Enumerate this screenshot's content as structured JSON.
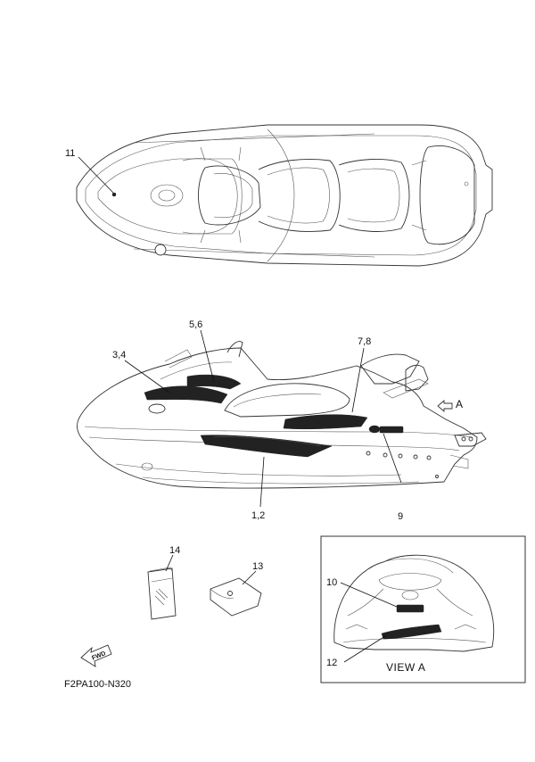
{
  "diagram_code": "F2PA100-N320",
  "view_label": "VIEW A",
  "view_arrow_label": "A",
  "fwd_label": "FWD",
  "callouts": {
    "c11": "11",
    "c56": "5,6",
    "c34": "3,4",
    "c78": "7,8",
    "c12": "1,2",
    "c9": "9",
    "c14": "14",
    "c13": "13",
    "c10": "10",
    "c12b": "12"
  }
}
